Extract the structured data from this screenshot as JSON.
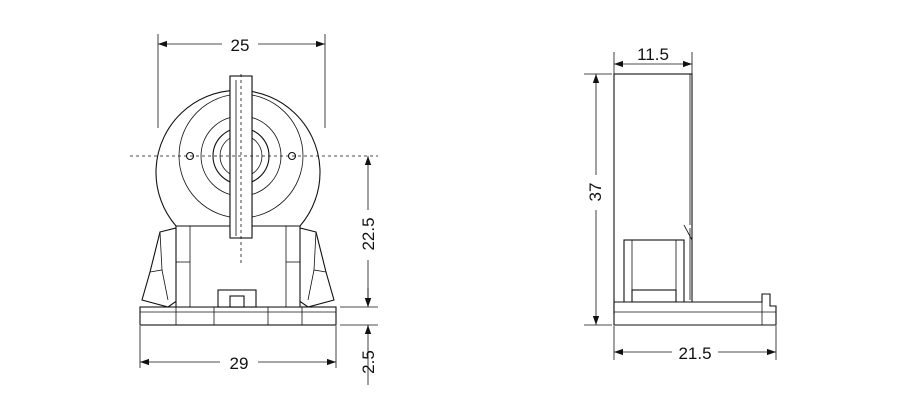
{
  "front_view": {
    "dimensions": {
      "top_width": "25",
      "base_width": "29",
      "center_height": "22.5",
      "base_thickness": "2.5"
    }
  },
  "side_view": {
    "dimensions": {
      "top_depth": "11.5",
      "total_height": "37",
      "base_depth": "21.5"
    }
  }
}
